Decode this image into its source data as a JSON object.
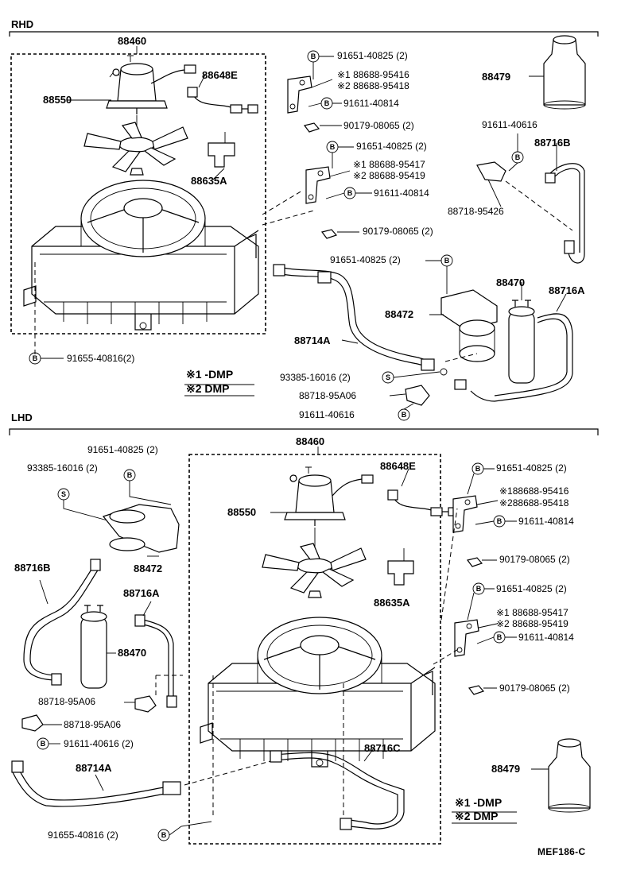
{
  "sections": {
    "rhd": "RHD",
    "lhd": "LHD"
  },
  "rhd": {
    "p88460": "88460",
    "p88550": "88550",
    "p88648E": "88648E",
    "p88635A": "88635A",
    "bolt_top_sym": "B",
    "bolt_top": "91651-40825 (2)",
    "bracket1_a": "※1 88688-95416",
    "bracket1_b": "※2 88688-95418",
    "bolt_b1_sym": "B",
    "bolt_b1": "91611-40814",
    "nut1": "90179-08065 (2)",
    "bolt_mid_sym": "B",
    "bolt_mid": "91651-40825 (2)",
    "bracket2_a": "※1 88688-95417",
    "bracket2_b": "※2 88688-95419",
    "bolt_b2_sym": "B",
    "bolt_b2": "91611-40814",
    "nut2": "90179-08065 (2)",
    "p88479": "88479",
    "bolt_r_sym": "B",
    "bolt_r": "91611-40616",
    "p88716B": "88716B",
    "clamp": "88718-95426",
    "bolt_472": "91651-40825 (2)",
    "bolt_472_sym": "B",
    "p88472": "88472",
    "p88470": "88470",
    "p88716A": "88716A",
    "p88714A": "88714A",
    "screw": "93385-16016 (2)",
    "screw_sym": "S",
    "clamp2": "88718-95A06",
    "bolt_bot": "91611-40616",
    "bolt_bot_sym": "B",
    "bolt_left_sym": "B",
    "bolt_left": "91655-40816(2)",
    "note1": "※1 -DMP",
    "note2": "※2 DMP"
  },
  "lhd": {
    "bolt_top": "91651-40825 (2)",
    "bolt_top_sym": "B",
    "screw": "93385-16016 (2)",
    "screw_sym": "S",
    "p88472": "88472",
    "p88716B": "88716B",
    "p88716A": "88716A",
    "p88470": "88470",
    "clamp_a": "88718-95A06",
    "clamp_b": "88718-95A06",
    "bolt_l_sym": "B",
    "bolt_l": "91611-40616 (2)",
    "p88714A": "88714A",
    "bolt_bot": "91655-40816 (2)",
    "bolt_bot_sym": "B",
    "p88460": "88460",
    "p88648E": "88648E",
    "p88550": "88550",
    "p88635A": "88635A",
    "p88716C": "88716C",
    "bolt_r1_sym": "B",
    "bolt_r1": "91651-40825 (2)",
    "bracket1_a": "※188688-95416",
    "bracket1_b": "※288688-95418",
    "bolt_r2_sym": "B",
    "bolt_r2": "91611-40814",
    "nut1": "90179-08065 (2)",
    "bolt_r3_sym": "B",
    "bolt_r3": "91651-40825 (2)",
    "bracket2_a": "※1 88688-95417",
    "bracket2_b": "※2 88688-95419",
    "bolt_r4_sym": "B",
    "bolt_r4": "91611-40814",
    "nut2": "90179-08065 (2)",
    "p88479": "88479",
    "note1": "※1 -DMP",
    "note2": "※2 DMP"
  },
  "code": "MEF186-C"
}
